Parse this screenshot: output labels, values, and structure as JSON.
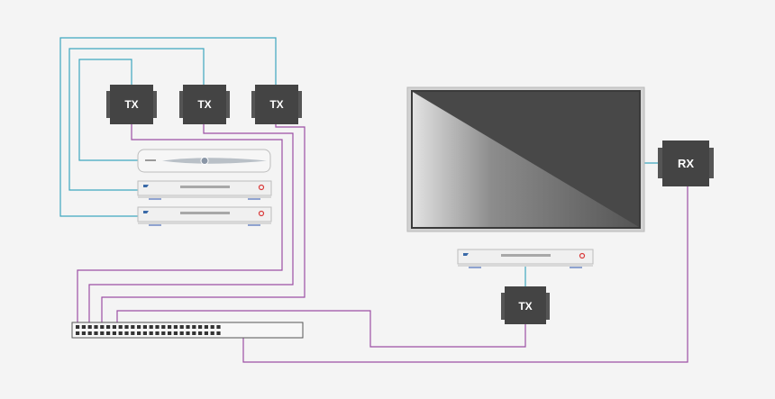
{
  "colors": {
    "background": "#f4f4f4",
    "hdmi_cable": "#3ea6bf",
    "network_cable": "#9c4fa5",
    "device_box": "#444444",
    "screen_frame": "#d2d2d2",
    "player_body": "#f0f0f0",
    "player_led": "#d93a3a"
  },
  "devices": {
    "transmitters": [
      {
        "label": "TX"
      },
      {
        "label": "TX"
      },
      {
        "label": "TX"
      },
      {
        "label": "TX"
      }
    ],
    "receiver": {
      "label": "RX"
    }
  },
  "icons": [
    "set-top-box-icon",
    "blu-ray-player-icon",
    "network-switch-icon",
    "display-screen-icon"
  ]
}
